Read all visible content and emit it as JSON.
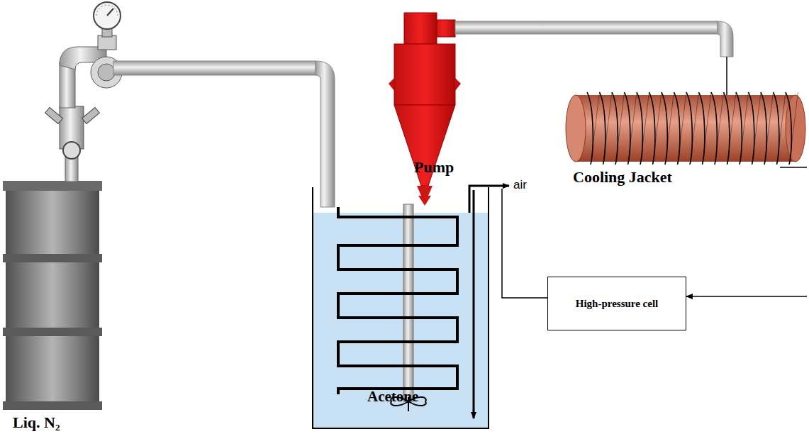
{
  "diagram": {
    "nodes": [
      {
        "text": [
          "High-pressure cell"
        ]
      }
    ],
    "labels": [
      "Pump",
      "air",
      "Cooling Jacket",
      "Acetone",
      "Liq. N₂"
    ]
  }
}
